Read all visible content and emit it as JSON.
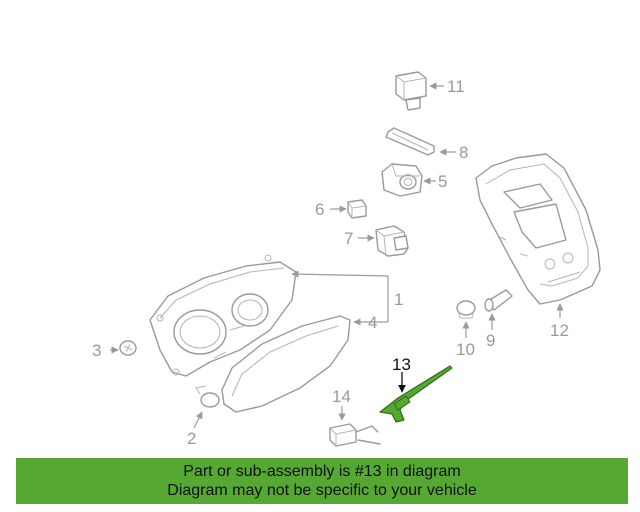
{
  "callouts": {
    "c1": "1",
    "c2": "2",
    "c3": "3",
    "c4": "4",
    "c5": "5",
    "c6": "6",
    "c7": "7",
    "c8": "8",
    "c9": "9",
    "c10": "10",
    "c11": "11",
    "c12": "12",
    "c13": "13",
    "c14": "14"
  },
  "highlight": {
    "part": "13",
    "color": "#55a832"
  },
  "banner": {
    "line1": "Part or sub-assembly is #13 in diagram",
    "line2": "Diagram may not be specific to your vehicle",
    "color": "#55a832"
  }
}
